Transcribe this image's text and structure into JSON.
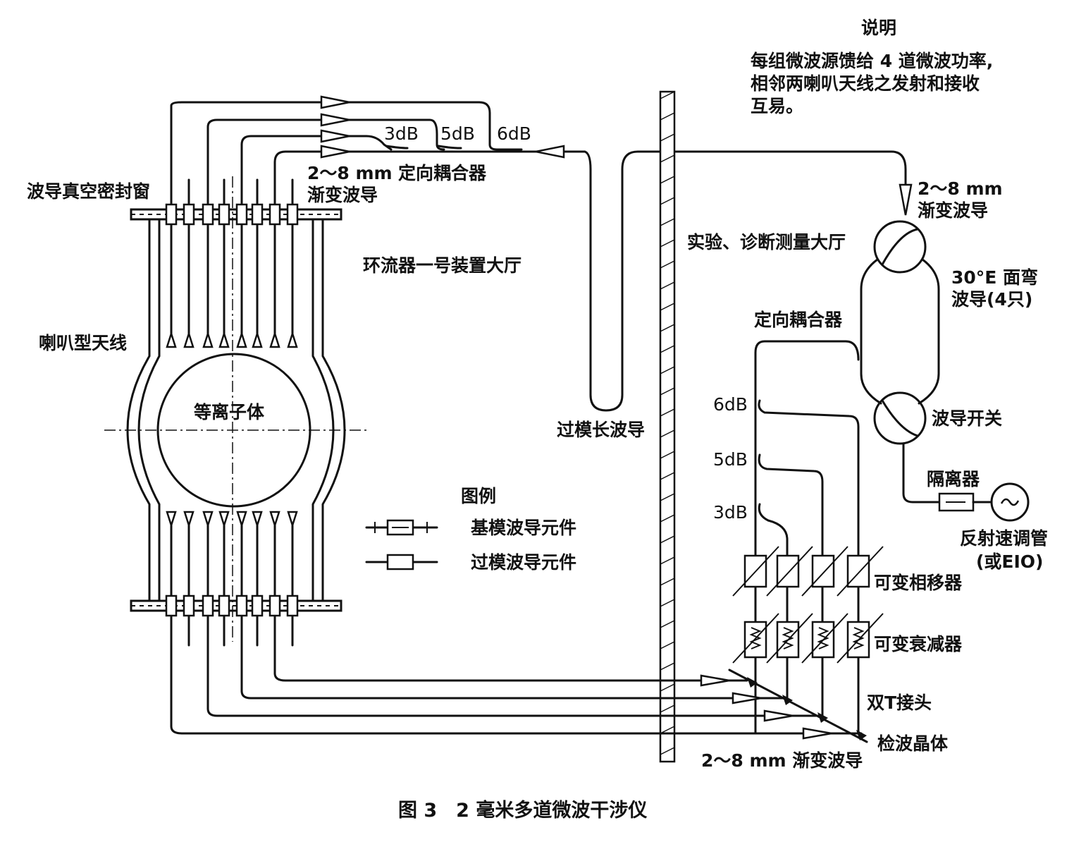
{
  "labels": {
    "note_title": "说明",
    "note_line1": "每组微波源馈给 4 道微波功率,",
    "note_line2": "相邻两喇叭天线之发射和接收",
    "note_line3": "互易。",
    "db3": "3dB",
    "db5": "5dB",
    "db6": "6dB",
    "taper_top_1": "2～8 mm",
    "taper_top_2": "渐变波导",
    "coupler_top": "定向耦合器",
    "vacuum_window": "波导真空密封窗",
    "hall_left": "环流器一号装置大厅",
    "hall_right": "实验、诊断测量大厅",
    "taper_right_1": "2～8 mm",
    "taper_right_2": "渐变波导",
    "bend_1": "30°E 面弯",
    "bend_2": "波导(4只)",
    "coupler_right": "定向耦合器",
    "horn_antenna": "喇叭型天线",
    "plasma": "等离子体",
    "overmode": "过模长波导",
    "switch": "波导开关",
    "isolator": "隔离器",
    "klystron": "反射速调管",
    "eio": "(或EIO)",
    "db6b": "6dB",
    "db5b": "5dB",
    "db3b": "3dB",
    "legend_title": "图例",
    "legend_fund": "基模波导元件",
    "legend_over": "过模波导元件",
    "phase_shifter": "可变相移器",
    "attenuator": "可变衰减器",
    "magic_t": "双T接头",
    "detector": "检波晶体",
    "taper_bottom": "2～8 mm 渐变波导",
    "caption": "图 3　2 毫米多道微波干涉仪"
  }
}
